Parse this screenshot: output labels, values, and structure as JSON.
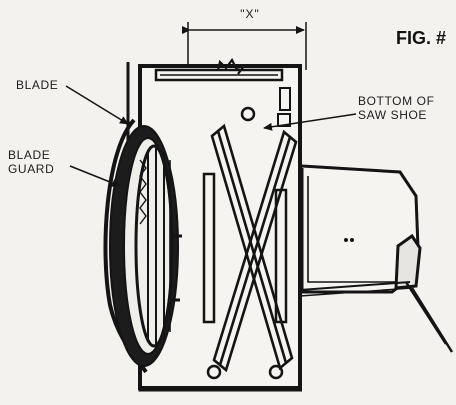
{
  "figure": {
    "title": "FIG. #"
  },
  "dimension": {
    "label": "\"X\""
  },
  "callouts": {
    "blade": {
      "line1": "BLADE"
    },
    "blade_guard": {
      "line1": "BLADE",
      "line2": "GUARD"
    },
    "saw_shoe": {
      "line1": "BOTTOM OF",
      "line2": "SAW SHOE"
    }
  },
  "colors": {
    "ink": "#141414",
    "paper": "#f3f2ee"
  }
}
